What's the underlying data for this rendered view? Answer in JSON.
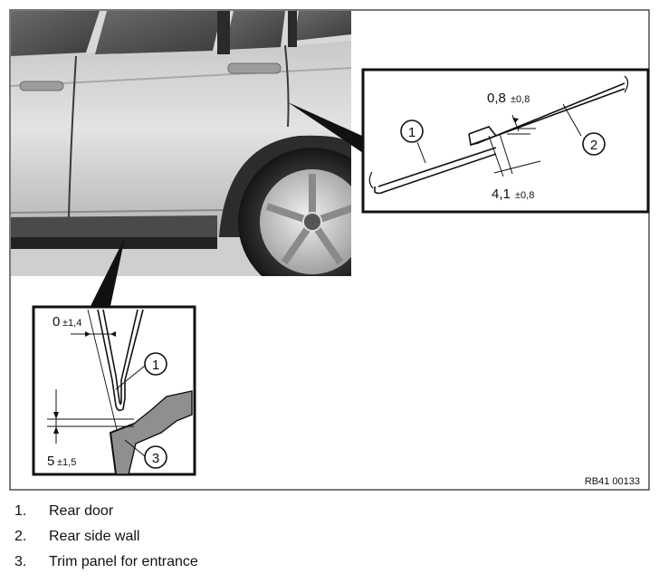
{
  "diagram": {
    "reference_code": "RB41 00133",
    "callouts": {
      "rear_door": "1",
      "rear_side_wall": "2",
      "trim_panel": "3"
    },
    "upper_detail": {
      "gap_value": "0,8",
      "gap_tolerance": "±0,8",
      "flush_value": "4,1",
      "flush_tolerance": "±0,8"
    },
    "lower_detail": {
      "gap_value": "0",
      "gap_tolerance": "±1,4",
      "overlap_value": "5",
      "overlap_tolerance": "±1,5"
    }
  },
  "legend": [
    {
      "number": "1.",
      "text": "Rear door"
    },
    {
      "number": "2.",
      "text": "Rear side wall"
    },
    {
      "number": "3.",
      "text": "Trim panel for entrance"
    }
  ]
}
